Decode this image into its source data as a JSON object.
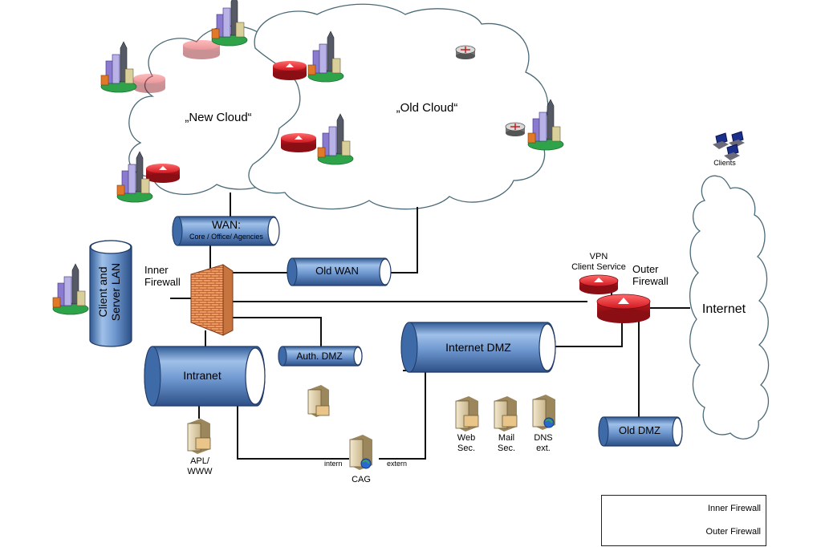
{
  "clouds": {
    "new_cloud": "„New Cloud“",
    "old_cloud": "„Old Cloud“",
    "internet": "Internet"
  },
  "tubes": {
    "wan_title": "WAN:",
    "wan_sub": "Core / Office/ Agencies",
    "old_wan": "Old WAN",
    "client_server_lan_line1": "Client and",
    "client_server_lan_line2": "Server LAN",
    "intranet": "Intranet",
    "auth_dmz": "Auth. DMZ",
    "internet_dmz": "Internet DMZ",
    "old_dmz": "Old DMZ"
  },
  "labels": {
    "inner_firewall_line1": "Inner",
    "inner_firewall_line2": "Firewall",
    "outer_firewall_line1": "Outer",
    "outer_firewall_line2": "Firewall",
    "vpn_line1": "VPN",
    "vpn_line2": "Client Service",
    "clients": "Clients",
    "apl_line1": "APL/",
    "apl_line2": "WWW",
    "cag": "CAG",
    "intern": "intern",
    "extern": "extern",
    "web_line1": "Web",
    "web_line2": "Sec.",
    "mail_line1": "Mail",
    "mail_line2": "Sec.",
    "dns_line1": "DNS",
    "dns_line2": "ext."
  },
  "legend": {
    "inner_firewall": "Inner Firewall",
    "outer_firewall": "Outer Firewall"
  },
  "colors": {
    "tube_fill": "#5b87c4",
    "tube_dark": "#2c4f86",
    "firewall_orange": "#e8955a",
    "router_red": "#e0282e",
    "cloud_stroke": "#4a6a78"
  }
}
